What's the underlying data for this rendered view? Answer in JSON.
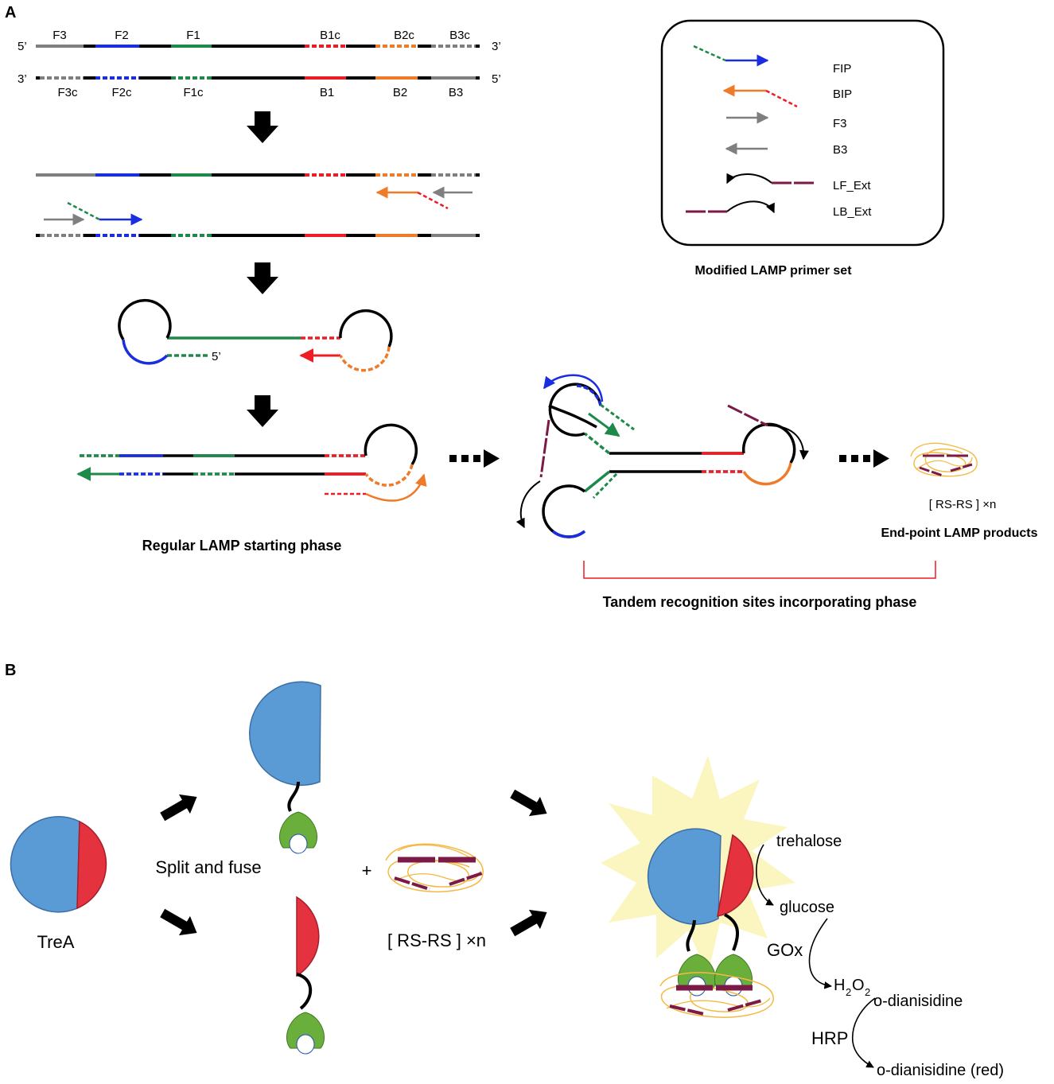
{
  "panel_a": {
    "label": "A",
    "strand_top": {
      "five_prime": "5’",
      "three_prime": "3’",
      "regions": [
        "F3",
        "F2",
        "F1",
        "B1c",
        "B2c",
        "B3c"
      ]
    },
    "strand_bottom": {
      "three_prime": "3’",
      "five_prime": "5’",
      "regions": [
        "F3c",
        "F2c",
        "F1c",
        "B1",
        "B2",
        "B3"
      ]
    },
    "dumbbell_five_prime": "5’",
    "legend": {
      "items": [
        "FIP",
        "BIP",
        "F3",
        "B3",
        "LF_Ext",
        "LB_Ext"
      ],
      "caption": "Modified LAMP primer set"
    },
    "phase_regular": "Regular LAMP starting phase",
    "product_label": "[ RS-RS ] ×n",
    "product_caption": "End-point LAMP products",
    "phase_tandem": "Tandem recognition sites incorporating phase"
  },
  "panel_b": {
    "label": "B",
    "enzyme": "TreA",
    "split_fuse": "Split and fuse",
    "plus": "+",
    "product_label": "[ RS-RS ] ×n",
    "reaction": {
      "trehalose": "trehalose",
      "glucose": "glucose",
      "gox": "GOx",
      "h2o2_h": "H",
      "h2o2_2a": "2",
      "h2o2_o": "O",
      "h2o2_2b": "2",
      "dianisidine": "o-dianisidine",
      "hrp": "HRP",
      "dianisidine_red": "o-dianisidine (red)"
    }
  },
  "colors": {
    "blue": "#1a2ee0",
    "green": "#1e8a4a",
    "red": "#ee1c25",
    "orange": "#ef7a27",
    "gray": "#7f7f7f",
    "maroon": "#7b1a46",
    "enzyme_blue": "#5b9bd5",
    "enzyme_red": "#e5323f",
    "domain_green": "#6aae3c",
    "yarn": "#f5b942",
    "glow": "#fbf6c0"
  }
}
